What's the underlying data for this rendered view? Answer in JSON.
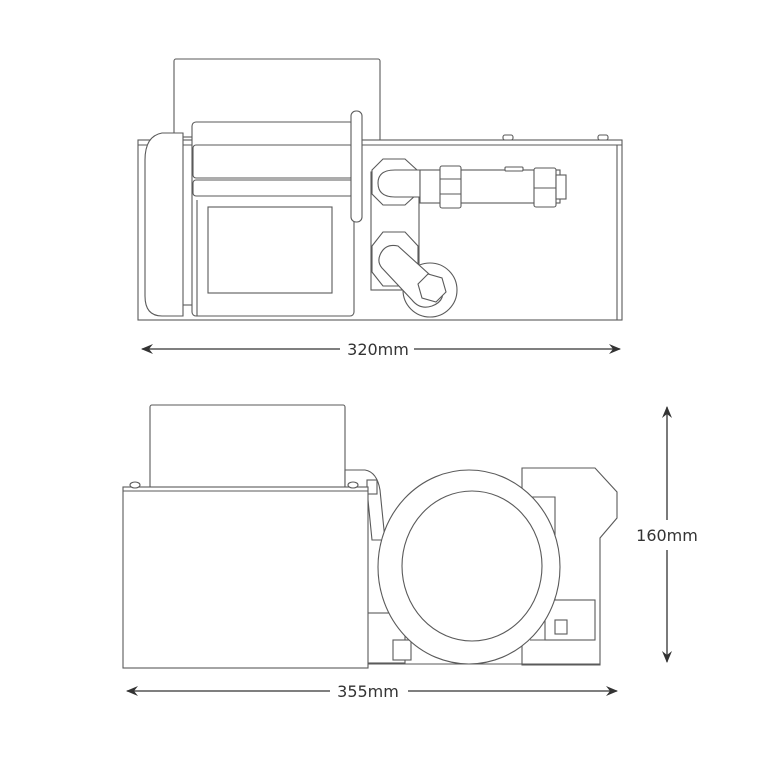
{
  "top_view": {
    "width_label": "320mm"
  },
  "side_view": {
    "width_label": "355mm",
    "height_label": "160mm"
  },
  "colors": {
    "line": "#5a5a5a",
    "dimension": "#333333"
  }
}
